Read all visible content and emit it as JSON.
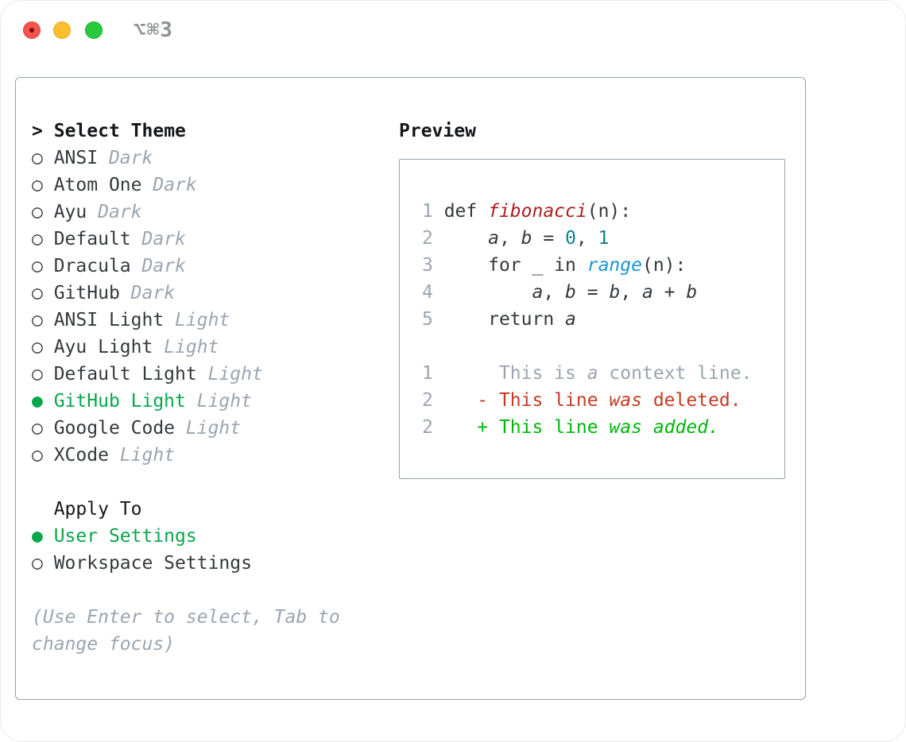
{
  "window": {
    "title": "⌥⌘3"
  },
  "colors": {
    "selection_green": "#09a64b",
    "added_green": "#00b60b",
    "deleted_red": "#c43a20",
    "function_red": "#ac1e20",
    "builtin_blue": "#1b95d3",
    "number_teal": "#0e7f88",
    "text_dark": "#34383c",
    "muted_gray": "#9aa5b1",
    "border_gray": "#98a2ad",
    "traffic_red": "#f4544c",
    "traffic_yellow": "#fcbe2c",
    "traffic_green": "#27c93f"
  },
  "theme_list": {
    "cursor": ">",
    "heading": "Select Theme",
    "marker_unselected": "○",
    "marker_selected": "●",
    "items": [
      {
        "name": "ANSI",
        "variant": "Dark",
        "selected": false
      },
      {
        "name": "Atom One",
        "variant": "Dark",
        "selected": false
      },
      {
        "name": "Ayu",
        "variant": "Dark",
        "selected": false
      },
      {
        "name": "Default",
        "variant": "Dark",
        "selected": false
      },
      {
        "name": "Dracula",
        "variant": "Dark",
        "selected": false
      },
      {
        "name": "GitHub",
        "variant": "Dark",
        "selected": false
      },
      {
        "name": "ANSI Light",
        "variant": "Light",
        "selected": false
      },
      {
        "name": "Ayu Light",
        "variant": "Light",
        "selected": false
      },
      {
        "name": "Default Light",
        "variant": "Light",
        "selected": false
      },
      {
        "name": "GitHub Light",
        "variant": "Light",
        "selected": true
      },
      {
        "name": "Google Code",
        "variant": "Light",
        "selected": false
      },
      {
        "name": "XCode",
        "variant": "Light",
        "selected": false
      }
    ]
  },
  "apply_to": {
    "heading": "Apply To",
    "options": [
      {
        "label": "User Settings",
        "selected": true
      },
      {
        "label": "Workspace Settings",
        "selected": false
      }
    ]
  },
  "hint": "(Use Enter to select, Tab to change focus)",
  "preview": {
    "heading": "Preview",
    "lines": [
      {
        "num": "1",
        "segments": [
          {
            "text": "def ",
            "style": "code"
          },
          {
            "text": "fibonacci",
            "style": "function"
          },
          {
            "text": "(n):",
            "style": "code"
          }
        ]
      },
      {
        "num": "2",
        "segments": [
          {
            "text": "    ",
            "style": "code"
          },
          {
            "text": "a",
            "style": "var"
          },
          {
            "text": ", ",
            "style": "code"
          },
          {
            "text": "b",
            "style": "var"
          },
          {
            "text": " = ",
            "style": "code"
          },
          {
            "text": "0",
            "style": "number"
          },
          {
            "text": ", ",
            "style": "code"
          },
          {
            "text": "1",
            "style": "number"
          }
        ]
      },
      {
        "num": "3",
        "segments": [
          {
            "text": "    for _ in ",
            "style": "code"
          },
          {
            "text": "range",
            "style": "builtin"
          },
          {
            "text": "(n):",
            "style": "code"
          }
        ]
      },
      {
        "num": "4",
        "segments": [
          {
            "text": "        ",
            "style": "code"
          },
          {
            "text": "a",
            "style": "var"
          },
          {
            "text": ", ",
            "style": "code"
          },
          {
            "text": "b",
            "style": "var"
          },
          {
            "text": " = ",
            "style": "code"
          },
          {
            "text": "b",
            "style": "var"
          },
          {
            "text": ", ",
            "style": "code"
          },
          {
            "text": "a",
            "style": "var"
          },
          {
            "text": " + ",
            "style": "code"
          },
          {
            "text": "b",
            "style": "var"
          }
        ]
      },
      {
        "num": "5",
        "segments": [
          {
            "text": "    return ",
            "style": "code"
          },
          {
            "text": "a",
            "style": "var"
          }
        ]
      },
      {
        "num": "",
        "segments": []
      },
      {
        "num": "1",
        "segments": [
          {
            "text": "     This is ",
            "style": "context"
          },
          {
            "text": "a",
            "style": "context-em"
          },
          {
            "text": " context line.",
            "style": "context"
          }
        ]
      },
      {
        "num": "2",
        "segments": [
          {
            "text": "   - This line ",
            "style": "deleted"
          },
          {
            "text": "was",
            "style": "deleted-em"
          },
          {
            "text": " deleted.",
            "style": "deleted"
          }
        ]
      },
      {
        "num": "2",
        "segments": [
          {
            "text": "   + This line ",
            "style": "added"
          },
          {
            "text": "was",
            "style": "added-em"
          },
          {
            "text": " ",
            "style": "added"
          },
          {
            "text": "added.",
            "style": "added-em"
          }
        ]
      }
    ]
  }
}
